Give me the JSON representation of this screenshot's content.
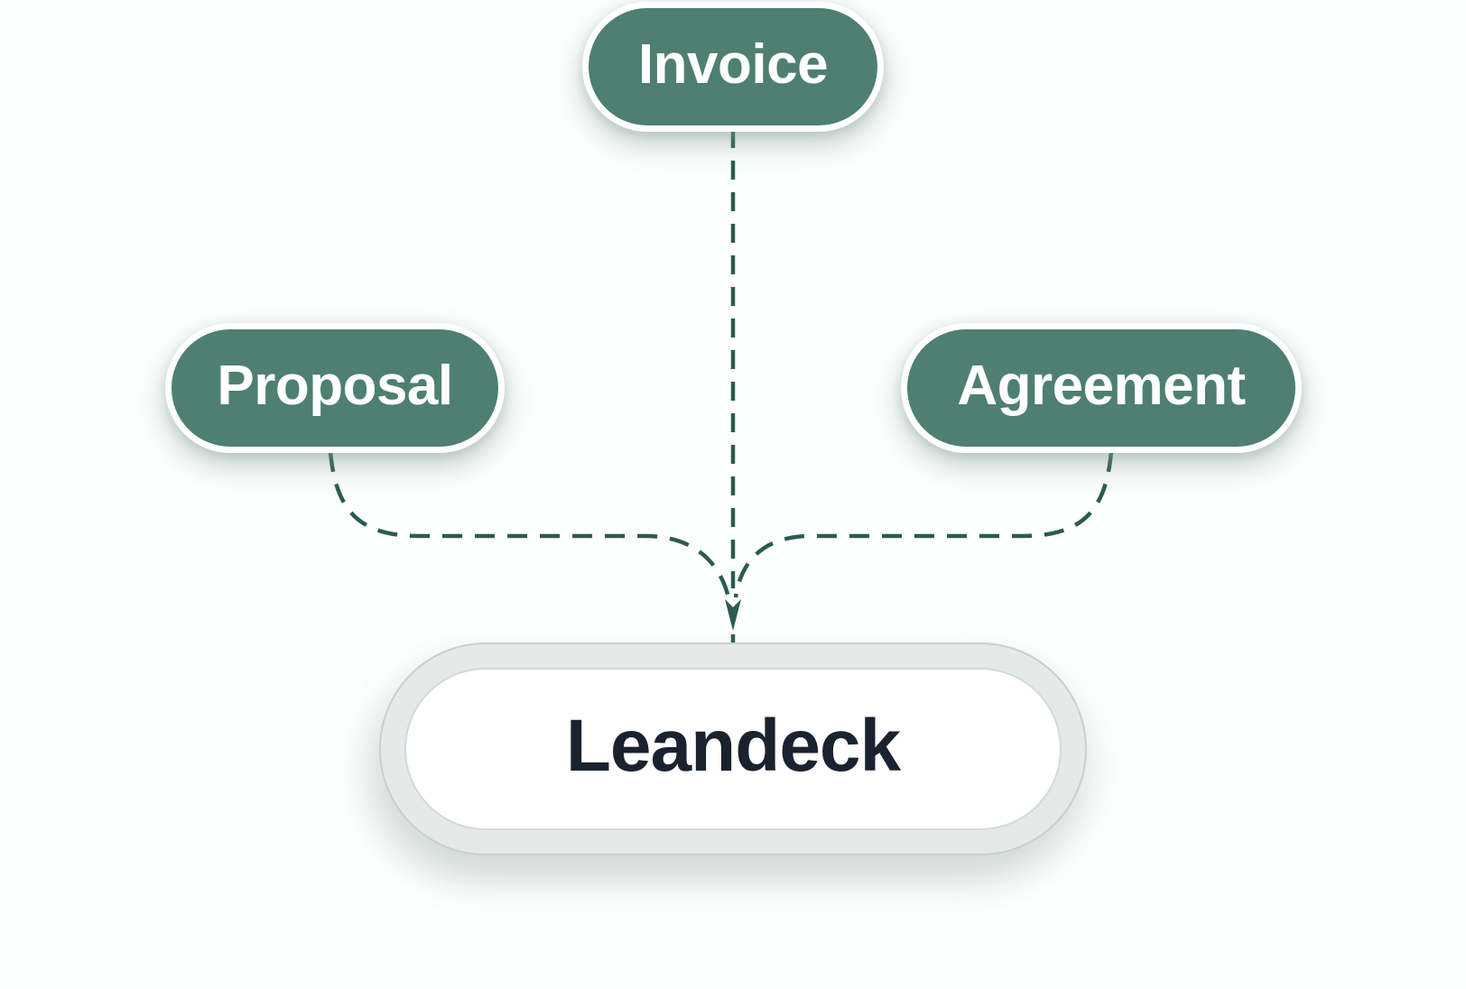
{
  "diagram": {
    "nodes": {
      "invoice": {
        "label": "Invoice"
      },
      "proposal": {
        "label": "Proposal"
      },
      "agreement": {
        "label": "Agreement"
      },
      "leandeck": {
        "label": "Leandeck"
      }
    },
    "connections": [
      {
        "from": "Invoice",
        "to": "Leandeck",
        "style": "dashed-arrow"
      },
      {
        "from": "Proposal",
        "to": "Leandeck",
        "style": "dashed-arrow"
      },
      {
        "from": "Agreement",
        "to": "Leandeck",
        "style": "dashed-arrow"
      }
    ],
    "colors": {
      "node_fill": "#4e7f71",
      "node_border": "#ffffff",
      "node_text": "#ffffff",
      "connector": "#2b5b4f",
      "hub_ring": "#e5e9e8",
      "hub_fill": "#ffffff",
      "hub_text": "#19222e"
    }
  }
}
